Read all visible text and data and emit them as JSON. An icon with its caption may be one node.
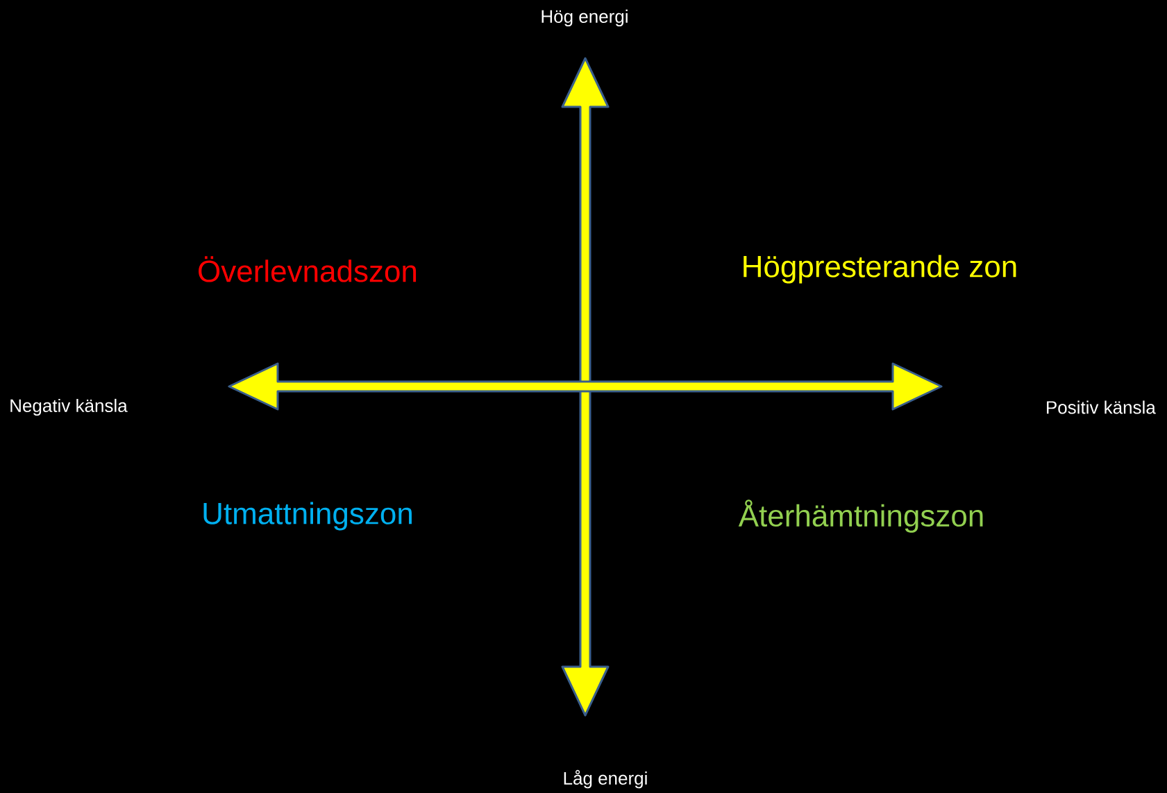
{
  "diagram": {
    "labels": [
      "Hög energi",
      "Överlevnadszon",
      "Högpresterande zon",
      "Negativ känsla",
      "Positiv känsla",
      "Utmattningszon",
      "Återhämtningszon",
      "Låg energi"
    ]
  }
}
